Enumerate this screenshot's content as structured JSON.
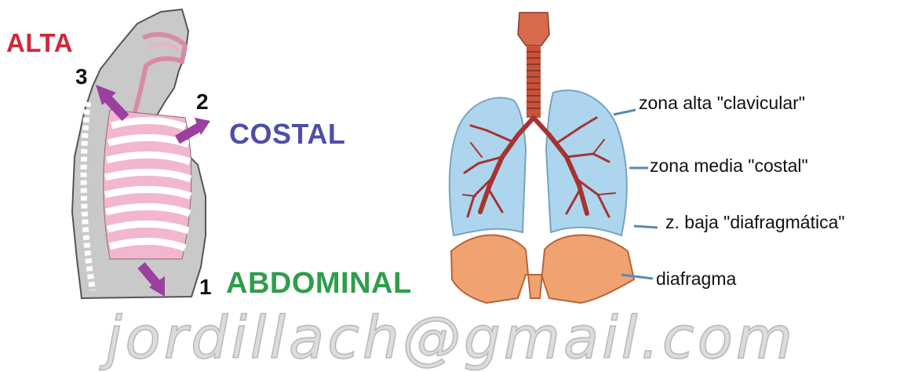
{
  "torso_panel": {
    "labels": {
      "alta": "ALTA",
      "costal": "COSTAL",
      "abdominal": "ABDOMINAL"
    },
    "numbers": {
      "n1": "1",
      "n2": "2",
      "n3": "3"
    },
    "colors": {
      "alta": "#d0283a",
      "costal": "#4e4ea8",
      "abdominal": "#2e9e4a",
      "arrow": "#9b3fa0",
      "ribs": "#f2b6cf",
      "body": "#c9c9c9"
    }
  },
  "lungs_panel": {
    "zones": {
      "upper": "zona alta \"clavicular\"",
      "middle": "zona media \"costal\"",
      "lower": "z. baja \"diafragmática\"",
      "diaphragm": "diafragma"
    },
    "colors": {
      "lung": "#a9d4ee",
      "bronchi": "#a83232",
      "trachea": "#c9523a",
      "diaphragm": "#f0a270",
      "leader": "#5b8ab0"
    }
  },
  "watermark": "jordillach@gmail.com"
}
